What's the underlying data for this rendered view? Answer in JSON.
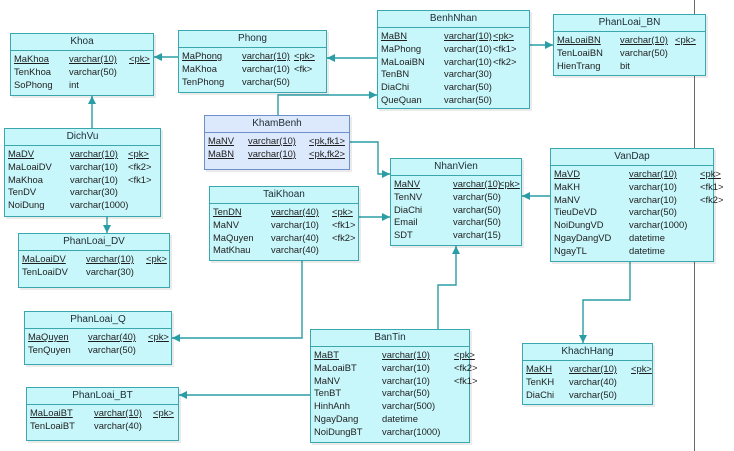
{
  "entities": {
    "khoa": {
      "title": "Khoa",
      "rows": [
        {
          "name": "MaKhoa",
          "type": "varchar(10)",
          "key": "<pk>",
          "pk": true
        },
        {
          "name": "TenKhoa",
          "type": "varchar(50)",
          "key": "",
          "pk": false
        },
        {
          "name": "SoPhong",
          "type": "int",
          "key": "",
          "pk": false
        }
      ]
    },
    "phong": {
      "title": "Phong",
      "rows": [
        {
          "name": "MaPhong",
          "type": "varchar(10)",
          "key": "<pk>",
          "pk": true
        },
        {
          "name": "MaKhoa",
          "type": "varchar(10)",
          "key": "<fk>",
          "pk": false
        },
        {
          "name": "TenPhong",
          "type": "varchar(50)",
          "key": "",
          "pk": false
        }
      ]
    },
    "benhnhan": {
      "title": "BenhNhan",
      "rows": [
        {
          "name": "MaBN",
          "type": "varchar(10)",
          "key": "<pk>",
          "pk": true
        },
        {
          "name": "MaPhong",
          "type": "varchar(10)",
          "key": "<fk1>",
          "pk": false
        },
        {
          "name": "MaLoaiBN",
          "type": "varchar(10)",
          "key": "<fk2>",
          "pk": false
        },
        {
          "name": "TenBN",
          "type": "varchar(30)",
          "key": "",
          "pk": false
        },
        {
          "name": "DiaChi",
          "type": "varchar(50)",
          "key": "",
          "pk": false
        },
        {
          "name": "QueQuan",
          "type": "varchar(50)",
          "key": "",
          "pk": false
        }
      ]
    },
    "phanloai_bn": {
      "title": "PhanLoai_BN",
      "rows": [
        {
          "name": "MaLoaiBN",
          "type": "varchar(10)",
          "key": "<pk>",
          "pk": true
        },
        {
          "name": "TenLoaiBN",
          "type": "varchar(50)",
          "key": "",
          "pk": false
        },
        {
          "name": "HienTrang",
          "type": "bit",
          "key": "",
          "pk": false
        }
      ]
    },
    "dichvu": {
      "title": "DichVu",
      "rows": [
        {
          "name": "MaDV",
          "type": "varchar(10)",
          "key": "<pk>",
          "pk": true
        },
        {
          "name": "MaLoaiDV",
          "type": "varchar(10)",
          "key": "<fk2>",
          "pk": false
        },
        {
          "name": "MaKhoa",
          "type": "varchar(10)",
          "key": "<fk1>",
          "pk": false
        },
        {
          "name": "TenDV",
          "type": "varchar(30)",
          "key": "",
          "pk": false
        },
        {
          "name": "NoiDung",
          "type": "varchar(1000)",
          "key": "",
          "pk": false
        }
      ]
    },
    "khambenh": {
      "title": "KhamBenh",
      "rows": [
        {
          "name": "MaNV",
          "type": "varchar(10)",
          "key": "<pk,fk1>",
          "pk": true
        },
        {
          "name": "MaBN",
          "type": "varchar(10)",
          "key": "<pk,fk2>",
          "pk": true
        }
      ]
    },
    "taikhoan": {
      "title": "TaiKhoan",
      "rows": [
        {
          "name": "TenDN",
          "type": "varchar(40)",
          "key": "<pk>",
          "pk": true
        },
        {
          "name": "MaNV",
          "type": "varchar(10)",
          "key": "<fk1>",
          "pk": false
        },
        {
          "name": "MaQuyen",
          "type": "varchar(40)",
          "key": "<fk2>",
          "pk": false
        },
        {
          "name": "MatKhau",
          "type": "varchar(40)",
          "key": "",
          "pk": false
        }
      ]
    },
    "nhanvien": {
      "title": "NhanVien",
      "rows": [
        {
          "name": "MaNV",
          "type": "varchar(10)",
          "key": "<pk>",
          "pk": true
        },
        {
          "name": "TenNV",
          "type": "varchar(50)",
          "key": "",
          "pk": false
        },
        {
          "name": "DiaChi",
          "type": "varchar(50)",
          "key": "",
          "pk": false
        },
        {
          "name": "Email",
          "type": "varchar(50)",
          "key": "",
          "pk": false
        },
        {
          "name": "SDT",
          "type": "varchar(15)",
          "key": "",
          "pk": false
        }
      ]
    },
    "vandap": {
      "title": "VanDap",
      "rows": [
        {
          "name": "MaVD",
          "type": "varchar(10)",
          "key": "<pk>",
          "pk": true
        },
        {
          "name": "MaKH",
          "type": "varchar(10)",
          "key": "<fk1>",
          "pk": false
        },
        {
          "name": "MaNV",
          "type": "varchar(10)",
          "key": "<fk2>",
          "pk": false
        },
        {
          "name": "TieuDeVD",
          "type": "varchar(50)",
          "key": "",
          "pk": false
        },
        {
          "name": "NoiDungVD",
          "type": "varchar(1000)",
          "key": "",
          "pk": false
        },
        {
          "name": "NgayDangVD",
          "type": "datetime",
          "key": "",
          "pk": false
        },
        {
          "name": "NgayTL",
          "type": "datetime",
          "key": "",
          "pk": false
        }
      ]
    },
    "phanloai_dv": {
      "title": "PhanLoai_DV",
      "rows": [
        {
          "name": "MaLoaiDV",
          "type": "varchar(10)",
          "key": "<pk>",
          "pk": true
        },
        {
          "name": "TenLoaiDV",
          "type": "varchar(30)",
          "key": "",
          "pk": false
        }
      ]
    },
    "phanloai_q": {
      "title": "PhanLoai_Q",
      "rows": [
        {
          "name": "MaQuyen",
          "type": "varchar(40)",
          "key": "<pk>",
          "pk": true
        },
        {
          "name": "TenQuyen",
          "type": "varchar(50)",
          "key": "",
          "pk": false
        }
      ]
    },
    "bantin": {
      "title": "BanTin",
      "rows": [
        {
          "name": "MaBT",
          "type": "varchar(10)",
          "key": "<pk>",
          "pk": true
        },
        {
          "name": "MaLoaiBT",
          "type": "varchar(10)",
          "key": "<fk2>",
          "pk": false
        },
        {
          "name": "MaNV",
          "type": "varchar(10)",
          "key": "<fk1>",
          "pk": false
        },
        {
          "name": "TenBT",
          "type": "varchar(50)",
          "key": "",
          "pk": false
        },
        {
          "name": "HinhAnh",
          "type": "varchar(500)",
          "key": "",
          "pk": false
        },
        {
          "name": "NgayDang",
          "type": "datetime",
          "key": "",
          "pk": false
        },
        {
          "name": "NoiDungBT",
          "type": "varchar(1000)",
          "key": "",
          "pk": false
        }
      ]
    },
    "khachhang": {
      "title": "KhachHang",
      "rows": [
        {
          "name": "MaKH",
          "type": "varchar(10)",
          "key": "<pk>",
          "pk": true
        },
        {
          "name": "TenKH",
          "type": "varchar(40)",
          "key": "",
          "pk": false
        },
        {
          "name": "DiaChi",
          "type": "varchar(50)",
          "key": "",
          "pk": false
        }
      ]
    },
    "phanloai_bt": {
      "title": "PhanLoai_BT",
      "rows": [
        {
          "name": "MaLoaiBT",
          "type": "varchar(10)",
          "key": "<pk>",
          "pk": true
        },
        {
          "name": "TenLoaiBT",
          "type": "varchar(40)",
          "key": "",
          "pk": false
        }
      ]
    }
  },
  "colors": {
    "entity_fill": "#c8f7fb",
    "entity_border": "#3aa6ae",
    "connector": "#2a9da5",
    "selected_fill": "#dce8fb"
  }
}
